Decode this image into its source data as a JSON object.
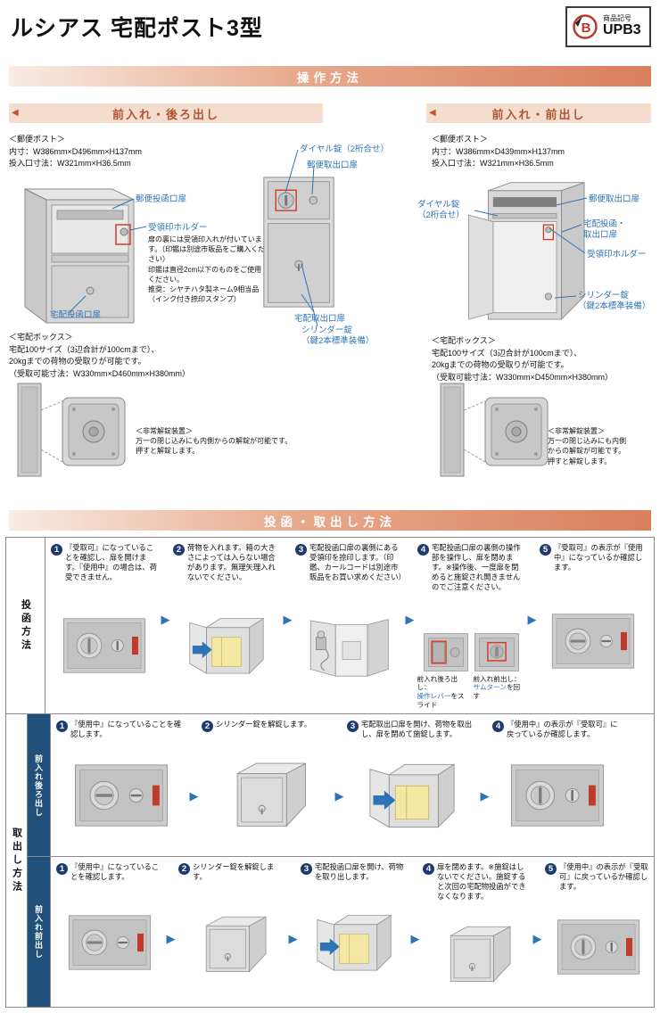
{
  "colors": {
    "accent_orange": "#db8260",
    "subheader_bg": "#f3ddce",
    "subheader_text": "#b35432",
    "label_blue": "#2e74b5",
    "step_navy": "#1e3a6e",
    "sublabel_navy": "#20507c",
    "tag_red": "#c13b2c",
    "package_yellow": "#f3e7a1"
  },
  "icons": {
    "header_arrow": "◀",
    "step_arrow": "▶",
    "lb_logo_letter": "B"
  },
  "header": {
    "title": "ルシアス 宅配ポスト3型",
    "badge": {
      "label": "商品記号",
      "code": "UPB3"
    }
  },
  "banners": {
    "operation": "操作方法",
    "usage": "投函・取出し方法"
  },
  "diagram": {
    "left": {
      "title": "前入れ・後ろ出し",
      "post_spec_heading": "＜郵便ポスト＞",
      "post_spec_line1": "内寸：W386mm×D496mm×H137mm",
      "post_spec_line2": "投入口寸法：W321mm×H36.5mm",
      "label_mail_in": "郵便投函口扉",
      "label_stamp_holder": "受領印ホルダー",
      "stamp_note1": "扉の裏には受領印入れが付いています。（印鑑は別途市販品をご購入ください）",
      "stamp_note2": "印鑑は直径2cm以下のものをご使用ください。",
      "stamp_note3": "推奨：シヤチハタ製ネーム9相当品（インク付き捺印スタンプ）",
      "label_parcel_in": "宅配投函口扉",
      "label_dial": "ダイヤル錠（2桁合せ）",
      "label_mail_out": "郵便取出口扉",
      "label_parcel_out": "宅配取出口扉",
      "label_cylinder_line1": "シリンダー錠",
      "label_cylinder_line2": "（鍵2本標準装備）",
      "box_spec_heading": "＜宅配ボックス＞",
      "box_spec_line1": "宅配100サイズ（3辺合計が100cmまで）、",
      "box_spec_line2": "20kgまでの荷物の受取りが可能です。",
      "box_spec_line3": "（受取可能寸法：W330mm×D460mm×H380mm）",
      "emergency_heading": "＜非常解錠装置＞",
      "emergency_line1": "万一の閉じ込みにも内側からの解錠が可能です。",
      "emergency_line2": "押すと解錠します。"
    },
    "right": {
      "title": "前入れ・前出し",
      "post_spec_heading": "＜郵便ポスト＞",
      "post_spec_line1": "内寸：W386mm×D439mm×H137mm",
      "post_spec_line2": "投入口寸法：W321mm×H36.5mm",
      "label_dial_line1": "ダイヤル錠",
      "label_dial_line2": "（2桁合せ）",
      "label_mail_out": "郵便取出口扉",
      "label_parcel_door_line1": "宅配投函・",
      "label_parcel_door_line2": "取出口扉",
      "label_stamp_holder": "受領印ホルダー",
      "label_cylinder_line1": "シリンダー錠",
      "label_cylinder_line2": "（鍵2本標準装備）",
      "box_spec_heading": "＜宅配ボックス＞",
      "box_spec_line1": "宅配100サイズ（3辺合計が100cmまで）、",
      "box_spec_line2": "20kgまでの荷物の受取りが可能です。",
      "box_spec_line3": "（受取可能寸法：W330mm×D450mm×H380mm）",
      "emergency_heading": "＜非常解錠装置＞",
      "emergency_line1": "万一の閉じ込みにも内側",
      "emergency_line2": "からの解錠が可能です。",
      "emergency_line3": "押すと解錠します。"
    }
  },
  "table": {
    "row1_label": "投函方法",
    "row23_label": "取出し方法",
    "row2_sublabel": "前入れ後ろ出し",
    "row3_sublabel": "前入れ前出し",
    "row1": {
      "steps": [
        {
          "num": "1",
          "text": "『受取可』になっていることを確認し、扉を開けます。『使用中』の場合は、荷受できません。"
        },
        {
          "num": "2",
          "text": "荷物を入れます。箱の大きさによっては入らない場合があります。無理矢理入れないでください。"
        },
        {
          "num": "3",
          "text": "宅配投函口扉の裏側にある受領印を捺印します。（印鑑、カールコードは別途市販品をお買い求めください）"
        },
        {
          "num": "4",
          "text": "宅配投函口扉の裏側の操作部を操作し、扉を閉めます。※操作後、一度扉を閉めると施錠され開きませんのでご注意ください。"
        },
        {
          "num": "5",
          "text": "『受取可』の表示が『使用中』になっているか確認します。"
        }
      ],
      "step4_caption1_label": "前入れ後ろ出し：",
      "step4_caption1_blue": "操作レバー",
      "step4_caption1_rest": "をスライド",
      "step4_caption2_label": "前入れ前出し：",
      "step4_caption2_blue": "サムターン",
      "step4_caption2_rest": "を回す"
    },
    "row2": {
      "steps": [
        {
          "num": "1",
          "text": "『使用中』になっていることを確認します。"
        },
        {
          "num": "2",
          "text": "シリンダー錠を解錠します。"
        },
        {
          "num": "3",
          "text": "宅配取出口扉を開け、荷物を取出し、扉を閉めて施錠します。"
        },
        {
          "num": "4",
          "text": "『使用中』の表示が『受取可』に戻っているか確認します。"
        }
      ]
    },
    "row3": {
      "steps": [
        {
          "num": "1",
          "text": "『使用中』になっていることを確認します。"
        },
        {
          "num": "2",
          "text": "シリンダー錠を解錠します。"
        },
        {
          "num": "3",
          "text": "宅配投函口扉を開け、荷物を取り出します。"
        },
        {
          "num": "4",
          "text": "扉を閉めます。※施錠はしないでください。施錠すると次回の宅配物投函ができなくなります。"
        },
        {
          "num": "5",
          "text": "『使用中』の表示が『受取可』に戻っているか確認します。"
        }
      ]
    }
  }
}
